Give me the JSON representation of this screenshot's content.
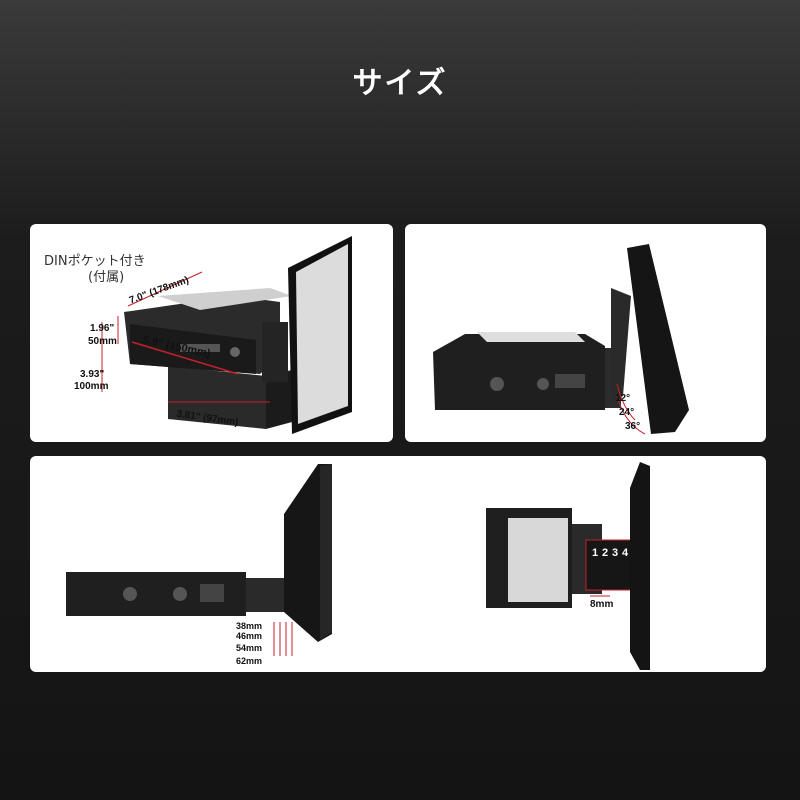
{
  "title": "サイズ",
  "panel1": {
    "din_pocket_line1": "DINポケット付き",
    "din_pocket_line2": "(付属)",
    "width_depth": "7.0\" (178mm)",
    "height_in": "1.96\"",
    "height_mm": "50mm",
    "depth": "5.9\" (150mm)",
    "total_height_in": "3.93\"",
    "total_height_mm": "100mm",
    "pocket_depth": "3.81\" (97mm)"
  },
  "panel2": {
    "angles": [
      "12°",
      "24°",
      "36°"
    ]
  },
  "panel3": {
    "offsets": [
      "38mm",
      "46mm",
      "54mm",
      "62mm"
    ],
    "screw_positions": [
      "1",
      "2",
      "3",
      "4"
    ],
    "screw_spacing": "8mm"
  },
  "colors": {
    "accent": "#c4202a",
    "device": "#1b1b1b",
    "background": "#141414"
  }
}
